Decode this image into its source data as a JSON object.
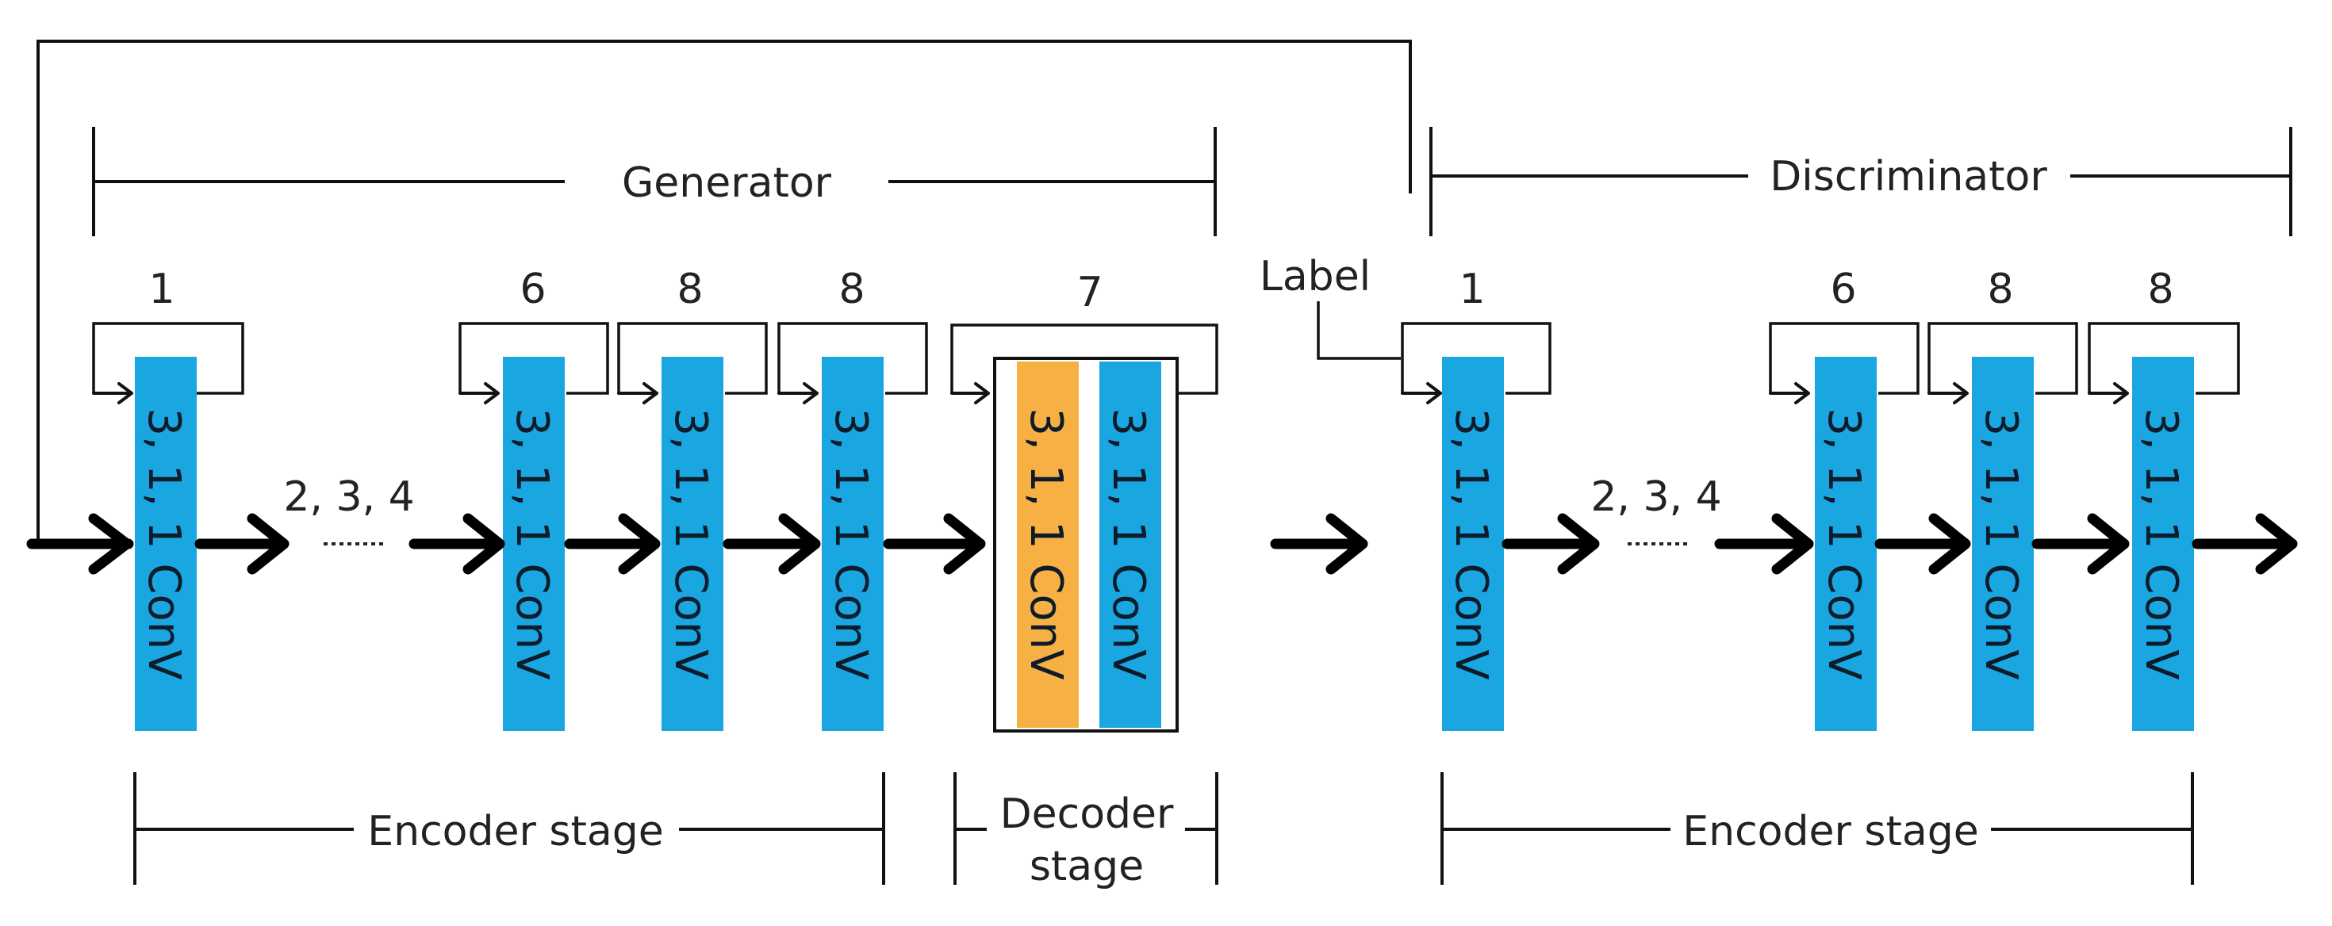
{
  "generator": {
    "title": "Generator",
    "encoder_label": "Encoder stage",
    "decoder_label": [
      "Decoder",
      "stage"
    ],
    "skip_block_label": "2, 3, 4",
    "blocks": [
      {
        "repeat": "1",
        "text": "3, 1, 1 ConV"
      },
      {
        "repeat": "6",
        "text": "3, 1, 1 ConV"
      },
      {
        "repeat": "8",
        "text": "3, 1, 1 ConV"
      },
      {
        "repeat": "8",
        "text": "3, 1, 1 ConV"
      }
    ],
    "decoder": {
      "repeat": "7",
      "orange_text": "3, 1, 1 ConV",
      "blue_text": "3, 1, 1 ConV"
    }
  },
  "discriminator": {
    "title": "Discriminator",
    "encoder_label": "Encoder stage",
    "skip_block_label": "2, 3, 4",
    "input_label": "Label",
    "blocks": [
      {
        "repeat": "1",
        "text": "3, 1, 1 ConV"
      },
      {
        "repeat": "6",
        "text": "3, 1, 1 ConV"
      },
      {
        "repeat": "8",
        "text": "3, 1, 1 ConV"
      },
      {
        "repeat": "8",
        "text": "3, 1, 1 ConV"
      }
    ]
  },
  "colors": {
    "conv_blue": "#1aa7e1",
    "conv_orange": "#f7b043",
    "line": "#111111"
  }
}
